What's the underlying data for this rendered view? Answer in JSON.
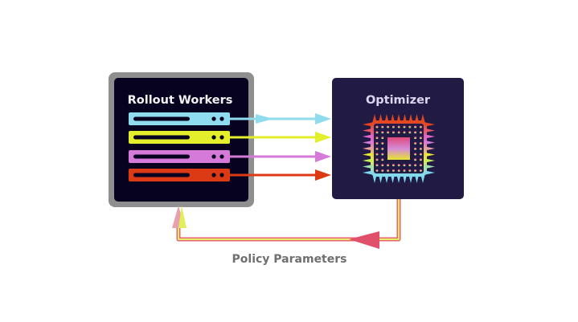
{
  "rollout": {
    "title": "Rollout Workers",
    "worker_colors": [
      "#8fdcef",
      "#e2ef2a",
      "#d57ad9",
      "#dc3a14"
    ]
  },
  "optimizer": {
    "title": "Optimizer"
  },
  "feedback": {
    "label": "Policy Parameters"
  },
  "colors": {
    "left_bg": "#07021f",
    "left_frame": "#8f8f8f",
    "right_bg": "#211a45",
    "label": "#6f6f6f",
    "loop_outer": "#e8646e",
    "loop_inner": "#e6ef6a"
  }
}
